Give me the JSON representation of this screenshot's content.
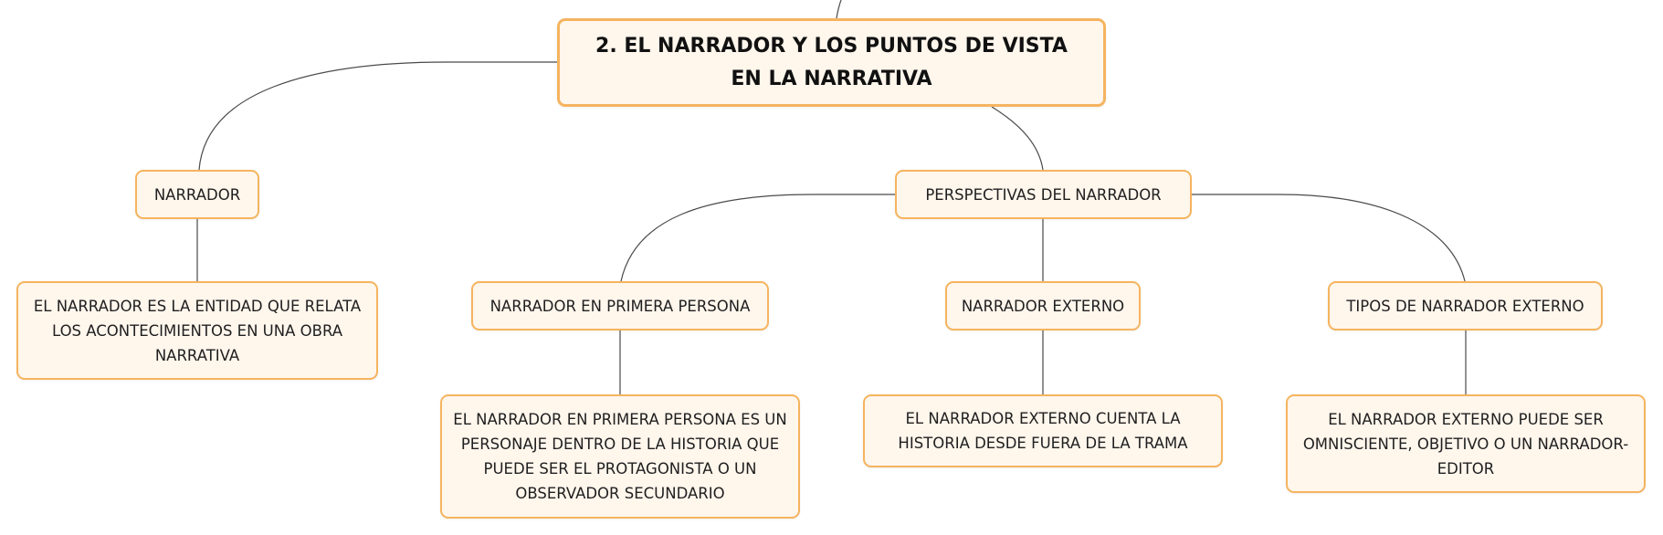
{
  "colors": {
    "node_fill": "#fff6ec",
    "node_border": "#f5b45f",
    "edge": "#4a4a4a"
  },
  "nodes": {
    "root": "2. EL NARRADOR Y LOS PUNTOS DE VISTA EN LA NARRATIVA",
    "narrador": "NARRADOR",
    "narrador_def": "EL NARRADOR ES LA ENTIDAD QUE RELATA LOS ACONTECIMIENTOS EN UNA OBRA NARRATIVA",
    "perspectivas": "PERSPECTIVAS DEL NARRADOR",
    "primera_persona": "NARRADOR EN PRIMERA PERSONA",
    "primera_persona_def": "EL NARRADOR EN PRIMERA PERSONA ES UN PERSONAJE DENTRO DE LA HISTORIA QUE PUEDE SER EL PROTAGONISTA O UN OBSERVADOR SECUNDARIO",
    "externo": "NARRADOR EXTERNO",
    "externo_def": "EL NARRADOR EXTERNO CUENTA LA HISTORIA DESDE FUERA DE LA TRAMA",
    "tipos_externo": "TIPOS DE NARRADOR EXTERNO",
    "tipos_externo_def": "EL NARRADOR EXTERNO PUEDE SER OMNISCIENTE, OBJETIVO O UN NARRADOR-EDITOR"
  }
}
